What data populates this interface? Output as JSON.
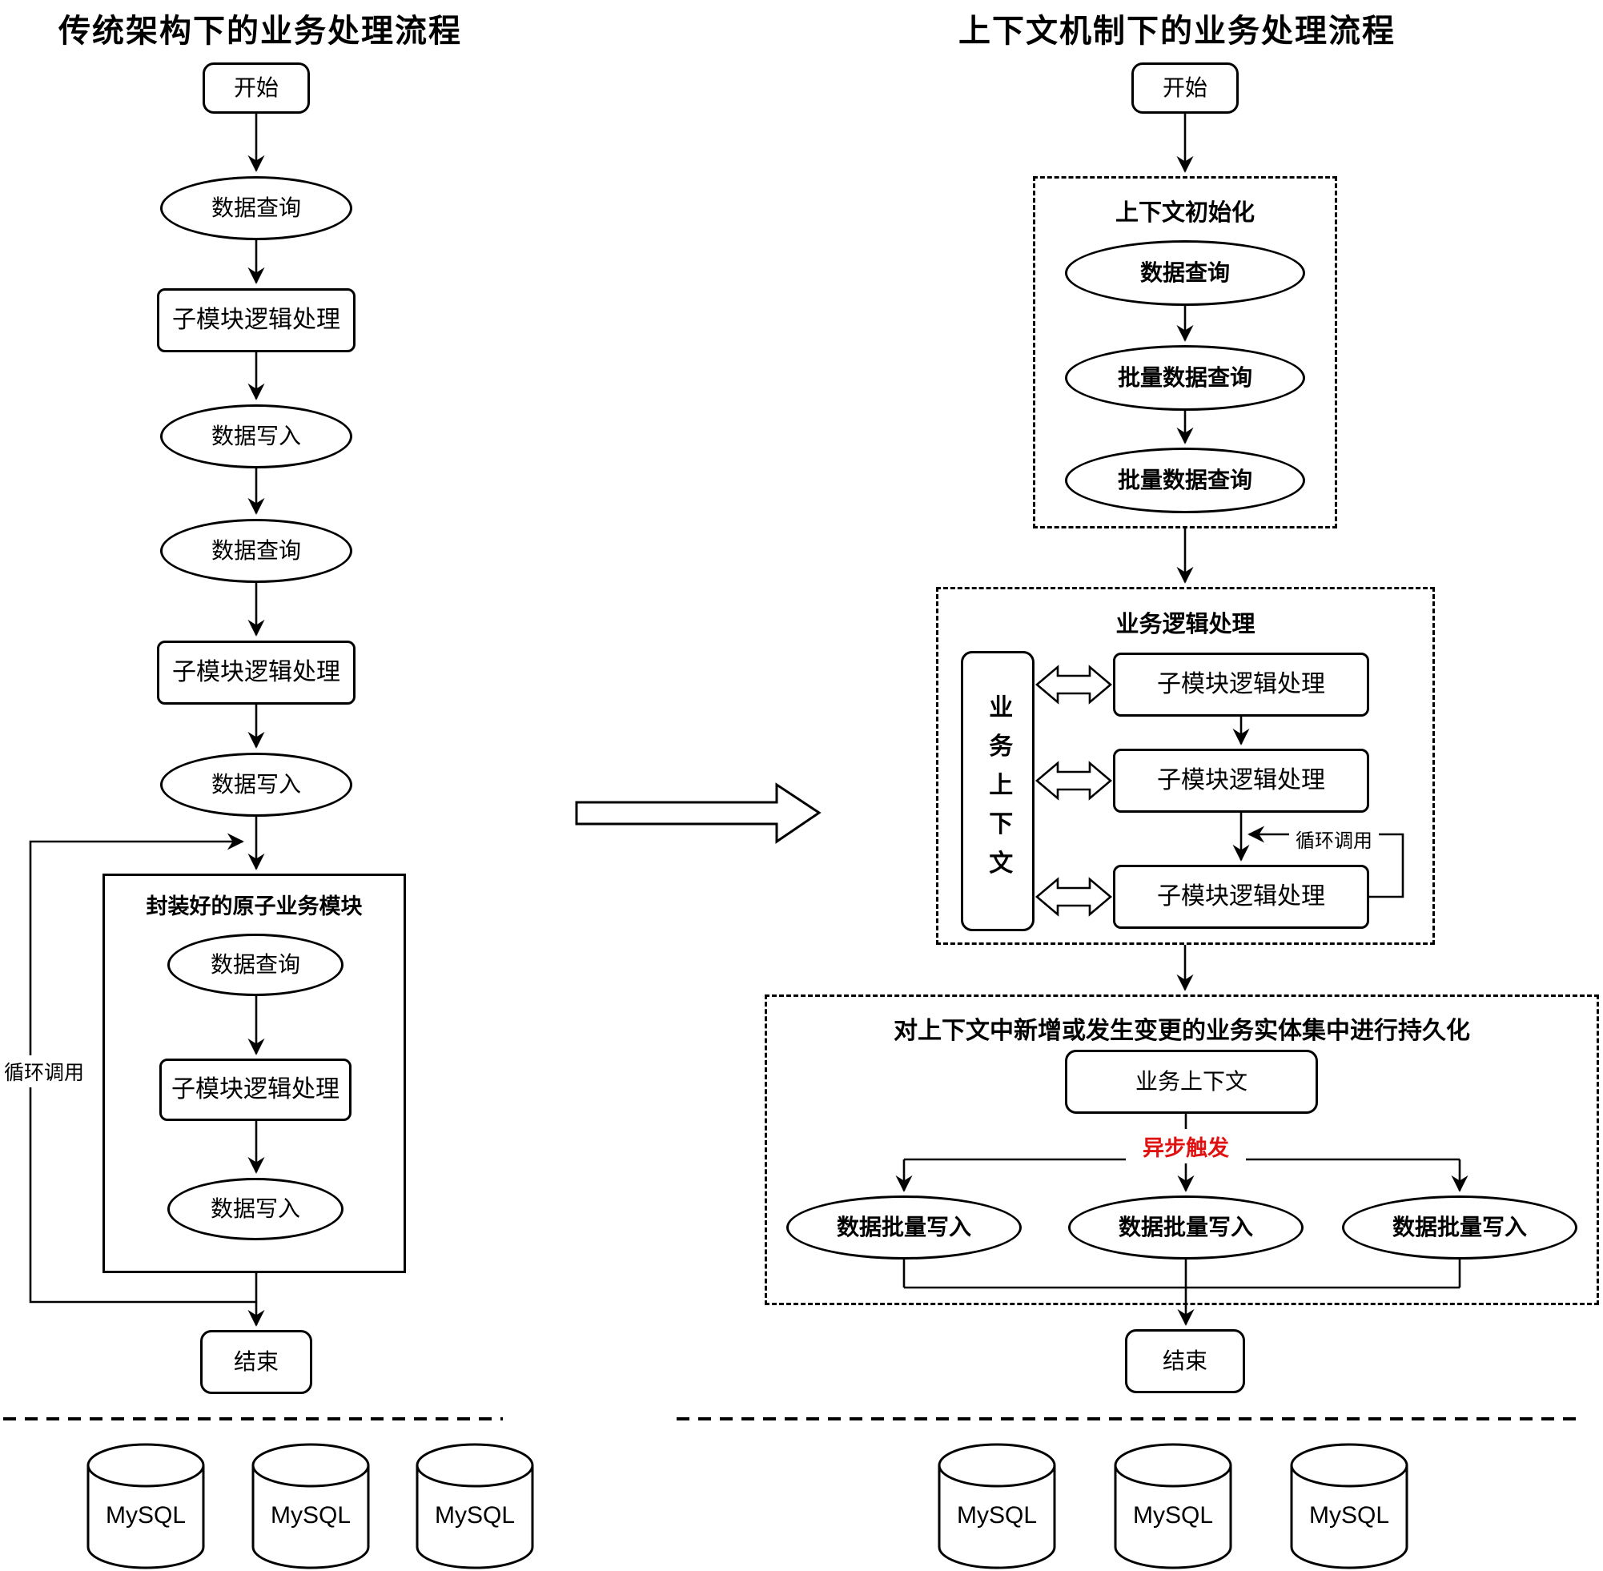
{
  "left_flow": {
    "title": "传统架构下的业务处理流程",
    "start": "开始",
    "nodes": [
      "数据查询",
      "子模块逻辑处理",
      "数据写入",
      "数据查询",
      "子模块逻辑处理",
      "数据写入"
    ],
    "atomic_module": {
      "title": "封装好的原子业务模块",
      "nodes": [
        "数据查询",
        "子模块逻辑处理",
        "数据写入"
      ]
    },
    "loop_label": "循环调用",
    "end": "结束",
    "databases": [
      "MySQL",
      "MySQL",
      "MySQL"
    ]
  },
  "right_flow": {
    "title": "上下文机制下的业务处理流程",
    "start": "开始",
    "init_box": {
      "title": "上下文初始化",
      "nodes": [
        "数据查询",
        "批量数据查询",
        "批量数据查询"
      ]
    },
    "logic_box": {
      "title": "业务逻辑处理",
      "context": "业务上下文",
      "modules": [
        "子模块逻辑处理",
        "子模块逻辑处理",
        "子模块逻辑处理"
      ],
      "loop_label": "循环调用"
    },
    "persist_box": {
      "title": "对上下文中新增或发生变更的业务实体集中进行持久化",
      "context": "业务上下文",
      "trigger_label": "异步触发",
      "writes": [
        "数据批量写入",
        "数据批量写入",
        "数据批量写入"
      ]
    },
    "end": "结束",
    "databases": [
      "MySQL",
      "MySQL",
      "MySQL"
    ]
  },
  "colors": {
    "ink": "#000000",
    "accent_red": "#e01111",
    "bg": "#ffffff"
  }
}
